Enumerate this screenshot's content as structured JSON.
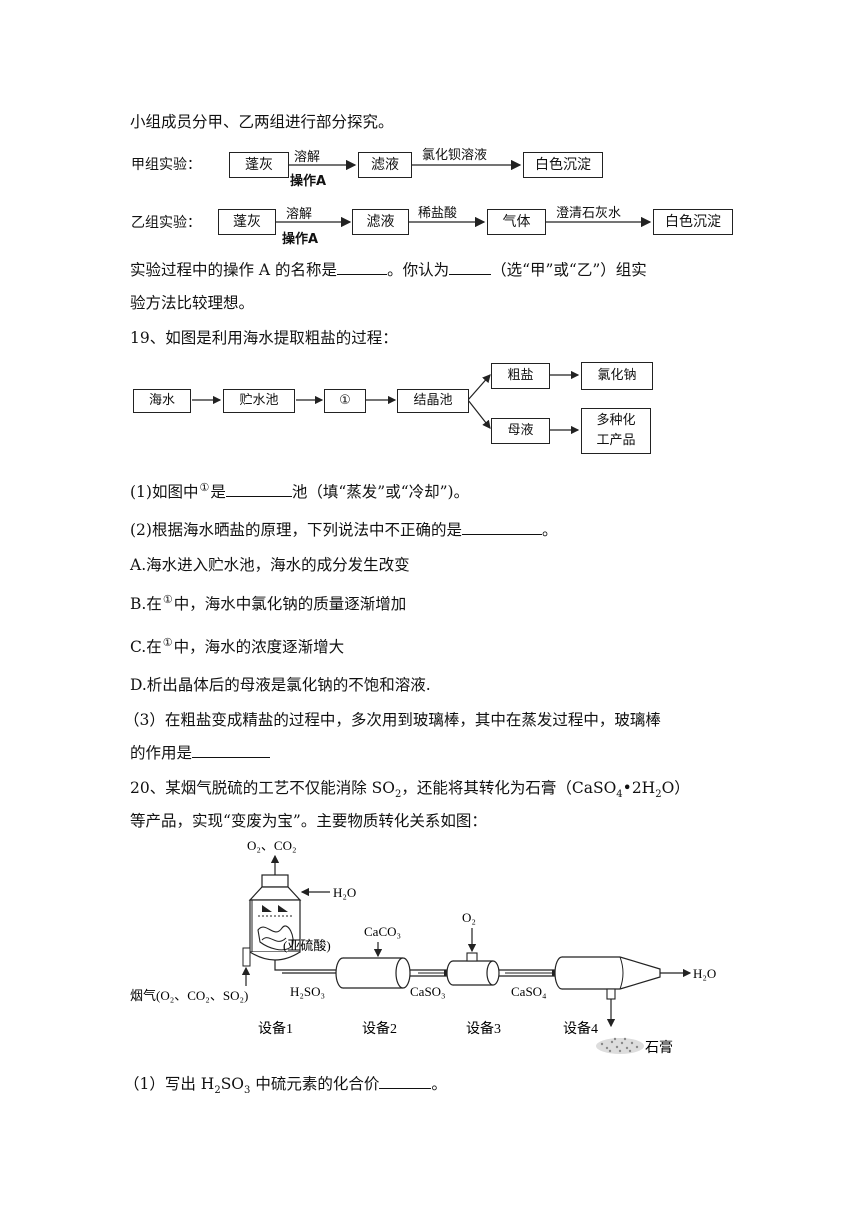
{
  "intro": "小组成员分甲、乙两组进行部分探究。",
  "jia": {
    "label": "甲组实验：",
    "steps": [
      "蓬灰",
      "滤液",
      "白色沉淀"
    ],
    "arrow1_top": "溶解",
    "arrow1_bottom": "操作A",
    "arrow2_top": "氯化钡溶液"
  },
  "yi": {
    "label": "乙组实验：",
    "steps": [
      "蓬灰",
      "滤液",
      "气体",
      "白色沉淀"
    ],
    "arrow1_top": "溶解",
    "arrow1_bottom": "操作A",
    "arrow2_top": "稀盐酸",
    "arrow3_top": "澄清石灰水"
  },
  "q18_text1a": "实验过程中的操作 A 的名称是",
  "q18_text1b": "。你认为",
  "q18_text1c": "（选“甲”或“乙”）组实",
  "q18_text2": "验方法比较理想。",
  "q19": {
    "title": "19、如图是利用海水提取粗盐的过程：",
    "flow": {
      "b1": "海水",
      "b2": "贮水池",
      "b3": "①",
      "b4": "结晶池",
      "b5": "粗盐",
      "b6": "氯化钠",
      "b7": "母液",
      "b8a": "多种化",
      "b8b": "工产品"
    },
    "p1a": "(1)如图中",
    "p1b": "①",
    "p1c": "是",
    "p1d": "池（填“蒸发”或“冷却”)。",
    "p2a": "(2)根据海水晒盐的原理，下列说法中不正确的是",
    "p2b": "。",
    "optA": "A.海水进入贮水池，海水的成分发生改变",
    "optB1": "B.在",
    "optB2": "①",
    "optB3": "中，海水中氯化钠的质量逐渐增加",
    "optC1": "C.在",
    "optC2": "①",
    "optC3": "中，海水的浓度逐渐增大",
    "optD": "D.析出晶体后的母液是氯化钠的不饱和溶液.",
    "p3a": "（3）在粗盐变成精盐的过程中，多次用到玻璃棒，其中在蒸发过程中，玻璃棒",
    "p3b": "的作用是"
  },
  "q20": {
    "t1a": "20、某烟气脱硫的工艺不仅能消除 SO",
    "t1b": "2",
    "t1c": "，还能将其转化为石膏（CaSO",
    "t1d": "4",
    "t1e": "•2H",
    "t1f": "2",
    "t1g": "O）",
    "t2": "等产品，实现“变废为宝”。主要物质转化关系如图：",
    "diagram": {
      "top_out": "O₂、CO₂",
      "h2o_in": "H₂O",
      "caco3": "CaCO₃",
      "o2": "O₂",
      "yaliusuan": "(亚硫酸)",
      "flue": "烟气(O₂、CO₂、SO₂)",
      "h2so3": "H₂SO₃",
      "caso3": "CaSO₃",
      "caso4": "CaSO₄",
      "h2o_out": "H₂O",
      "dev1": "设备1",
      "dev2": "设备2",
      "dev3": "设备3",
      "dev4": "设备4",
      "gypsum": "石膏"
    },
    "p1a": "（1）写出 H",
    "p1b": "2",
    "p1c": "SO",
    "p1d": "3",
    "p1e": " 中硫元素的化合价",
    "p1f": "。"
  }
}
